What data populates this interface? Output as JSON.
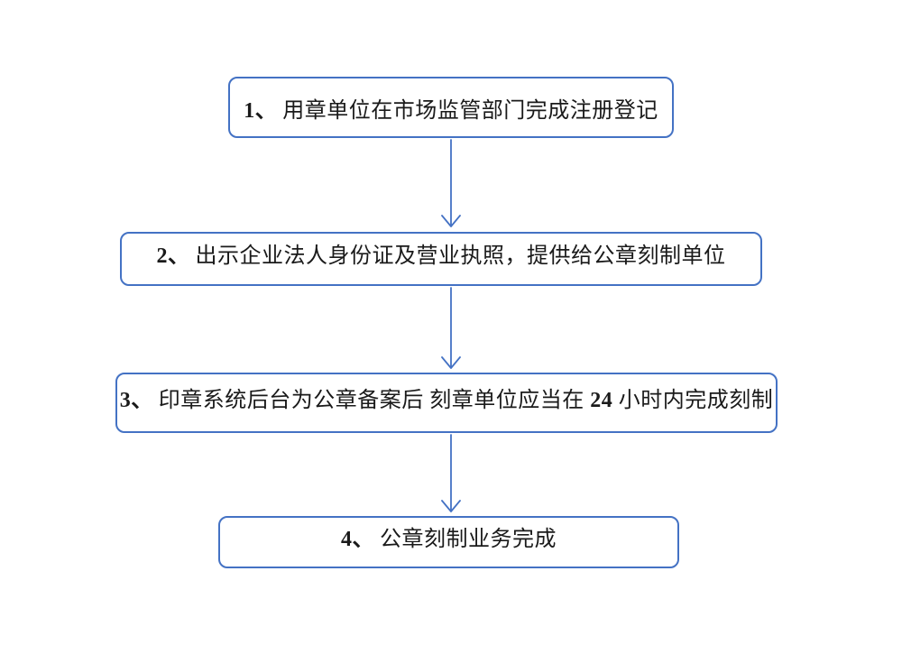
{
  "flowchart": {
    "accent_color": "#4472C4",
    "text_color": "#1a1a1a",
    "background_color": "#ffffff",
    "steps": [
      {
        "number": "1、",
        "label": "用章单位在市场监管部门完成注册登记"
      },
      {
        "number": "2、",
        "label": "出示企业法人身份证及营业执照，提供给公章刻制单位"
      },
      {
        "number": "3、",
        "label_parts": {
          "before": "印章系统后台为公章备案后 刻章单位应当在 ",
          "hours": "24",
          "after": " 小时内完成刻制"
        }
      },
      {
        "number": "4、",
        "label": "公章刻制业务完成"
      }
    ],
    "connectors": [
      {
        "from": "step-1",
        "to": "step-2",
        "icon": "arrow-down-icon"
      },
      {
        "from": "step-2",
        "to": "step-3",
        "icon": "arrow-down-icon"
      },
      {
        "from": "step-3",
        "to": "step-4",
        "icon": "arrow-down-icon"
      }
    ]
  }
}
